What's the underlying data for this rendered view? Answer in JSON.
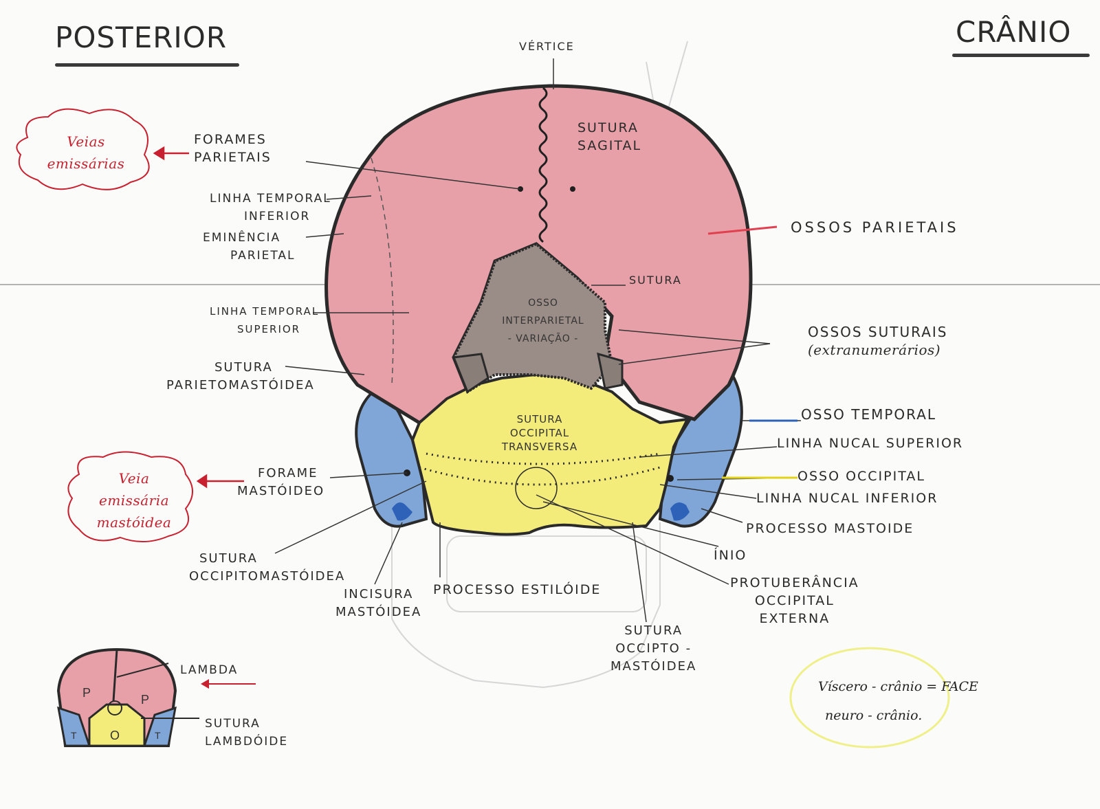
{
  "titles": {
    "left": "POSTERIOR",
    "right": "CRÂNIO"
  },
  "labels": {
    "vertice": "VÉRTICE",
    "sutura_sagital": [
      "SUTURA",
      "SAGITAL"
    ],
    "forames_parietais": [
      "FORAMES",
      "PARIETAIS"
    ],
    "linha_temporal_inferior": [
      "LINHA TEMPORAL",
      "INFERIOR"
    ],
    "eminencia_parietal": [
      "EMINÊNCIA",
      "PARIETAL"
    ],
    "ossos_parietais": "OSSOS PARIETAIS",
    "sutura": "SUTURA",
    "linha_temporal_superior": [
      "LINHA TEMPORAL",
      "SUPERIOR"
    ],
    "ossos_suturais": [
      "OSSOS SUTURAIS",
      "(extranumerários)"
    ],
    "sutura_parietomastoidea": [
      "SUTURA",
      "PARIETOMASTÓIDEA"
    ],
    "osso_temporal": "OSSO TEMPORAL",
    "linha_nucal_superior": "LINHA NUCAL SUPERIOR",
    "osso_occipital": "OSSO OCCIPITAL",
    "forame_mastoideo": [
      "FORAME",
      "MASTÓIDEO"
    ],
    "linha_nucal_inferior": "LINHA NUCAL INFERIOR",
    "processo_mastoide": "PROCESSO MASTOIDE",
    "inio": "ÍNIO",
    "sutura_occipitomastoidea": [
      "SUTURA",
      "OCCIPITOMASTÓIDEA"
    ],
    "incisura_mastoidea": [
      "INCISURA",
      "MASTÓIDEA"
    ],
    "processo_estiloide": "PROCESSO ESTILÓIDE",
    "protuberancia": [
      "PROTUBERÂNCIA",
      "OCCIPITAL",
      "EXTERNA"
    ],
    "sutura_occipto_mastoidea": [
      "SUTURA",
      "OCCIPTO -",
      "MASTÓIDEA"
    ],
    "lambda": "LAMBDA",
    "sutura_lambdoide": [
      "SUTURA",
      "LAMBDÓIDE"
    ]
  },
  "inner_labels": {
    "interparietal": [
      "OSSO",
      "INTERPARIETAL",
      "- VARIAÇÃO -"
    ],
    "transversa": [
      "SUTURA",
      "OCCIPITAL",
      "TRANSVERSA"
    ]
  },
  "clouds": {
    "veias_emissarias": [
      "Veias",
      "emissárias"
    ],
    "veia_mastoidea": [
      "Veia",
      "emissária",
      "mastóidea"
    ]
  },
  "note": [
    "Víscero - crânio = FACE",
    "neuro - crânio."
  ],
  "mini_letters": {
    "p_left": "P",
    "p_right": "P",
    "o": "O",
    "t_left": "T",
    "t_right": "T"
  },
  "colors": {
    "parietal": "#e8a0a8",
    "interparietal": "#9a8c86",
    "occipital": "#f4ec7a",
    "temporal": "#7fa6d6",
    "outline": "#2a2a2a",
    "red_ink": "#c8202e"
  }
}
